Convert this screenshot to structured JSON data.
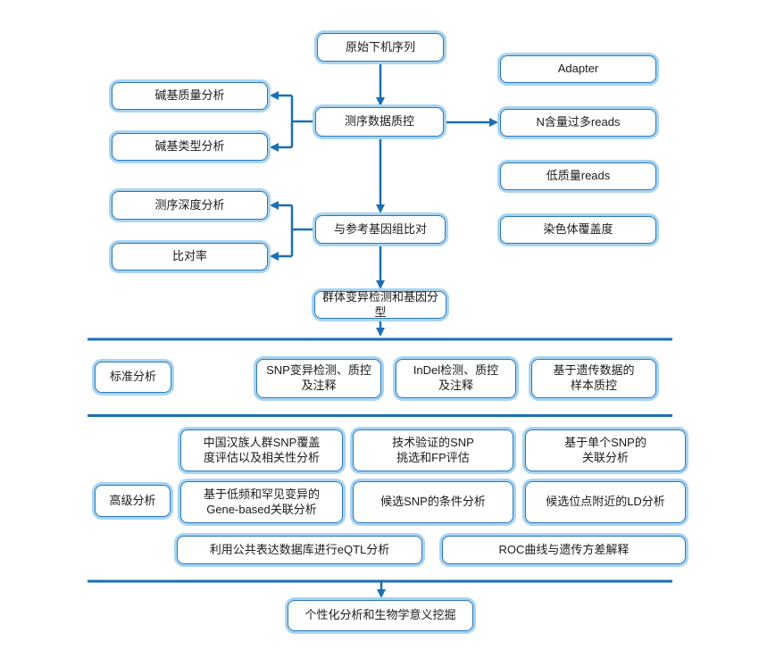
{
  "colors": {
    "line": "#1b6fb5",
    "border": "#2878bd",
    "halo": "#a9d4ef",
    "text": "#1a1a1a",
    "bg": "#ffffff"
  },
  "nodes": {
    "raw_sequence": "原始下机序列",
    "adapter": "Adapter",
    "base_quality": "碱基质量分析",
    "sequencing_qc": "测序数据质控",
    "n_rich_reads": "N含量过多reads",
    "base_type": "碱基类型分析",
    "low_quality_reads": "低质量reads",
    "sequencing_depth": "测序深度分析",
    "chromosome_coverage": "染色体覆盖度",
    "reference_alignment": "与参考基因组比对",
    "mapping_rate": "比对率",
    "variant_genotyping": "群体变异检测和基因分型",
    "standard_label": "标准分析",
    "snp_detection": "SNP变异检测、质控\n及注释",
    "indel_detection": "InDel检测、质控\n及注释",
    "sample_qc": "基于遗传数据的\n样本质控",
    "advanced_label": "高级分析",
    "han_snp_coverage": "中国汉族人群SNP覆盖\n度评估以及相关性分析",
    "validated_snp": "技术验证的SNP\n挑选和FP评估",
    "single_snp_assoc": "基于单个SNP的\n关联分析",
    "gene_based_assoc": "基于低频和罕见变异的\nGene-based关联分析",
    "conditional_analysis": "候选SNP的条件分析",
    "ld_analysis": "候选位点附近的LD分析",
    "eqtl_analysis": "利用公共表达数据库进行eQTL分析",
    "roc_variance": "ROC曲线与遗传方差解释",
    "personalized": "个性化分析和生物学意义挖掘"
  }
}
